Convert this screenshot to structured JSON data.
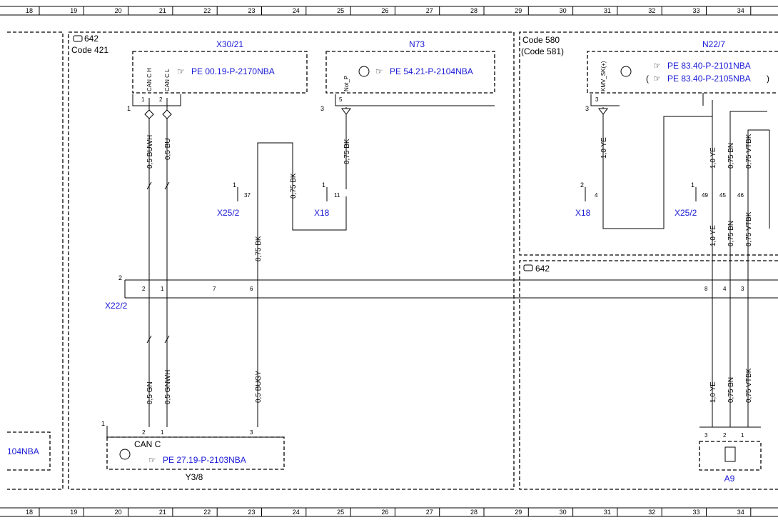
{
  "grid_columns": [
    "18",
    "19",
    "20",
    "21",
    "22",
    "23",
    "24",
    "25",
    "26",
    "27",
    "28",
    "29",
    "30",
    "31",
    "32",
    "33",
    "34"
  ],
  "components": {
    "x30_21": {
      "id": "X30/21",
      "ref": "PE 00.19-P-2170NBA",
      "pins": [
        "CAN C H",
        "CAN C L"
      ],
      "pin_nums": [
        "1",
        "2"
      ]
    },
    "n73": {
      "id": "N73",
      "ref": "PE 54.21-P-2104NBA",
      "pin_sig": "Not_P",
      "pin_num": "5"
    },
    "n22_7": {
      "id": "N22/7",
      "ref1": "PE 83.40-P-2101NBA",
      "ref2_prefix": "(",
      "ref2": "PE 83.40-P-2105NBA",
      "ref2_suffix": ")",
      "pin_sig": "KMV_SK(+)",
      "pin_num": "3"
    },
    "y3_8": {
      "id": "Y3/8",
      "ref": "PE 27.19-P-2103NBA",
      "bus": "CAN C",
      "pins": [
        "2",
        "1",
        "3"
      ]
    },
    "a9": {
      "id": "A9",
      "pins": [
        "3",
        "2",
        "1"
      ]
    },
    "x22_2": {
      "id": "X22/2",
      "pins": [
        "2",
        "1",
        "7",
        "6",
        "8",
        "4",
        "3"
      ]
    },
    "x25_2_left": {
      "id": "X25/2",
      "pin": "37"
    },
    "x18_left": {
      "id": "X18",
      "pin": "11"
    },
    "x18_right": {
      "id": "X18",
      "pin": "4"
    },
    "x25_2_right": {
      "id": "X25/2",
      "pins": [
        "49",
        "45",
        "46"
      ]
    },
    "left_partial": {
      "ref_fragment": "104NBA"
    }
  },
  "codes": {
    "engine_left": "642",
    "code_left": "Code 421",
    "code_right": "Code 580",
    "code_right_alt": "(Code 581)",
    "engine_lower_right": "642"
  },
  "wires": {
    "buwh": "0,5 BUWH",
    "bu": "0,5 BU",
    "gn": "0,5 GN",
    "gnwh": "0,5 GNWH",
    "bk075": "0,75 BK",
    "bugy": "0,5 BUGY",
    "ye10": "1,0 YE",
    "bn075": "0,75 BN",
    "vtbk075": "0,75 VTBK"
  },
  "bracket_nums": {
    "b1": "1",
    "b2": "2",
    "b3": "3"
  }
}
